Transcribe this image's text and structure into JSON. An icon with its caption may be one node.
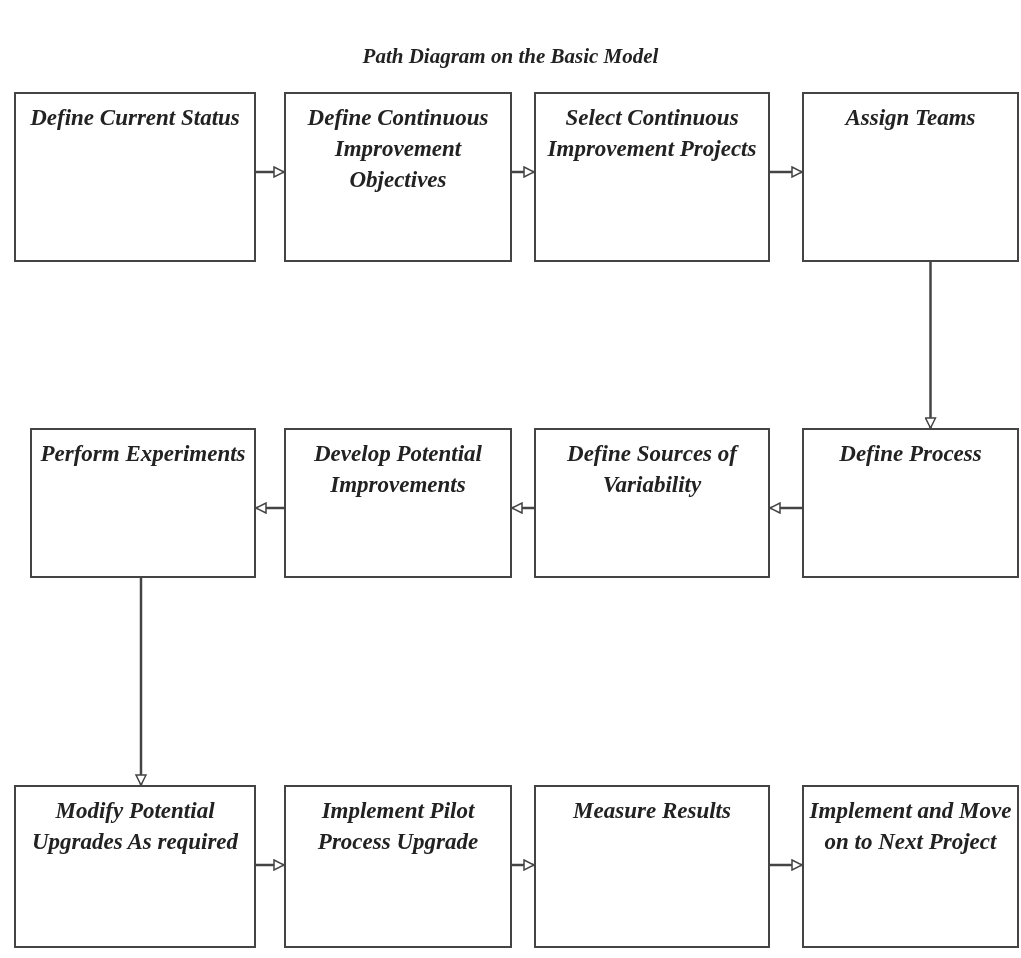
{
  "diagram": {
    "title": "Path Diagram on the Basic Model",
    "nodes": [
      {
        "text": [
          "Define Current Status"
        ]
      },
      {
        "text": [
          "Define Continuous Improvement Objectives"
        ]
      },
      {
        "text": [
          "Select Continuous Improvement Projects"
        ]
      },
      {
        "text": [
          "Assign Teams"
        ]
      },
      {
        "text": [
          "Perform Experiments"
        ]
      },
      {
        "text": [
          "Develop Potential Improvements"
        ]
      },
      {
        "text": [
          "Define Sources of Variability"
        ]
      },
      {
        "text": [
          "Define Process"
        ]
      },
      {
        "text": [
          "Modify Potential Upgrades As required"
        ]
      },
      {
        "text": [
          "Implement Pilot Process Upgrade"
        ]
      },
      {
        "text": [
          "Measure Results"
        ]
      },
      {
        "text": [
          "Implement and Move on to Next Project"
        ]
      }
    ],
    "edges": [
      {
        "from": 0,
        "to": 1,
        "arrow": "to"
      },
      {
        "from": 1,
        "to": 2,
        "arrow": "to"
      },
      {
        "from": 2,
        "to": 3,
        "arrow": "to"
      },
      {
        "from": 3,
        "to": 7,
        "arrow": "to"
      },
      {
        "from": 7,
        "to": 6,
        "arrow": "to"
      },
      {
        "from": 6,
        "to": 5,
        "arrow": "to"
      },
      {
        "from": 5,
        "to": 4,
        "arrow": "to"
      },
      {
        "from": 4,
        "to": 8,
        "arrow": "to"
      },
      {
        "from": 8,
        "to": 9,
        "arrow": "to"
      },
      {
        "from": 9,
        "to": 10,
        "arrow": "to"
      },
      {
        "from": 10,
        "to": 11,
        "arrow": "to"
      }
    ]
  }
}
